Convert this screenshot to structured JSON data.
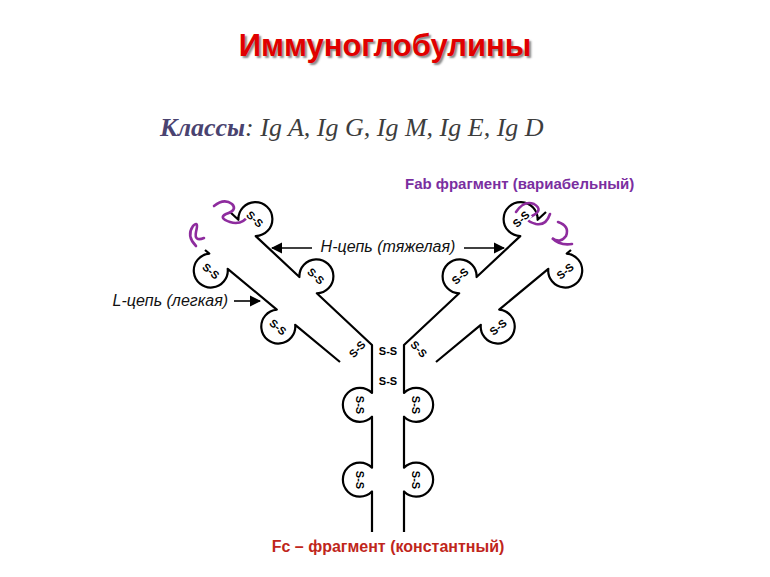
{
  "diagram": {
    "title": "Иммуноглобулины",
    "labels": [
      "Классы",
      ": Ig A, Ig G, Ig M, Ig E, Ig D",
      "Fab фрагмент (вариабельный)",
      "Н-цепь (тяжелая)",
      "L-цепь (легкая)",
      "S-S",
      "S-S",
      "S-S",
      "S-S",
      "S-S",
      "S-S",
      "S-S",
      "S-S",
      "S-S",
      "S-S",
      "S-S",
      "S-S",
      "S-S",
      "S-S",
      "S-S",
      "S-S",
      "Fc – фрагмент (константный)"
    ]
  }
}
